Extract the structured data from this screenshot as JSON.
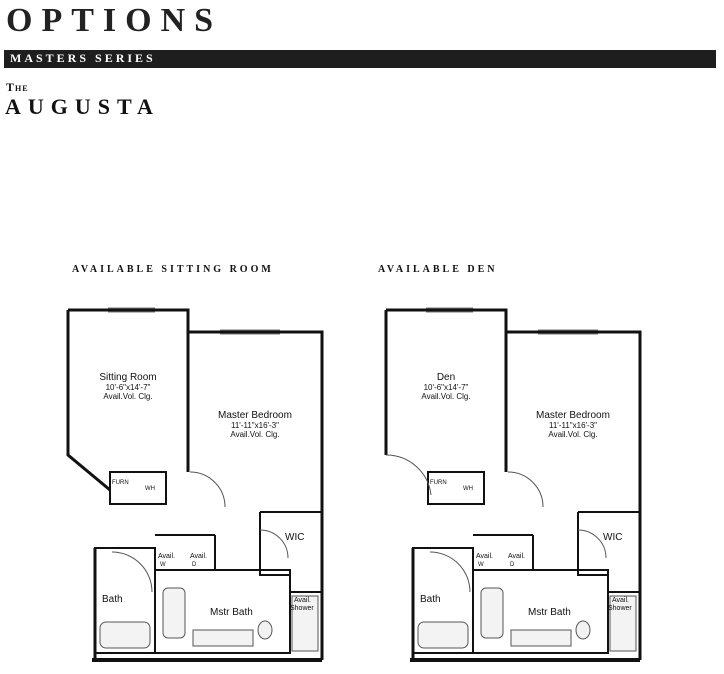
{
  "header": {
    "title": "OPTIONS",
    "series": "MASTERS SERIES",
    "the": "The",
    "model": "AUGUSTA"
  },
  "plans": [
    {
      "heading": "AVAILABLE SITTING ROOM",
      "option_room": {
        "name": "Sitting Room",
        "dims": "10'-6\"x14'-7\"",
        "ceiling": "Avail.Vol. Clg."
      },
      "bedroom": {
        "name": "Master Bedroom",
        "dims": "11'-11\"x16'-3\"",
        "ceiling": "Avail.Vol. Clg."
      },
      "wic": "WIC",
      "bath": "Bath",
      "mstr_bath": "Mstr Bath",
      "furn": "FURN",
      "wh": "WH",
      "avail_w": "Avail.",
      "avail_w_sub": "W",
      "avail_d": "Avail.",
      "avail_d_sub": "D",
      "shower_1": "Avail.",
      "shower_2": "Shower"
    },
    {
      "heading": "AVAILABLE DEN",
      "option_room": {
        "name": "Den",
        "dims": "10'-6\"x14'-7\"",
        "ceiling": "Avail.Vol. Clg."
      },
      "bedroom": {
        "name": "Master Bedroom",
        "dims": "11'-11\"x16'-3\"",
        "ceiling": "Avail.Vol. Clg."
      },
      "wic": "WIC",
      "bath": "Bath",
      "mstr_bath": "Mstr Bath",
      "furn": "FURN",
      "wh": "WH",
      "avail_w": "Avail.",
      "avail_w_sub": "W",
      "avail_d": "Avail.",
      "avail_d_sub": "D",
      "shower_1": "Avail.",
      "shower_2": "Shower"
    }
  ]
}
